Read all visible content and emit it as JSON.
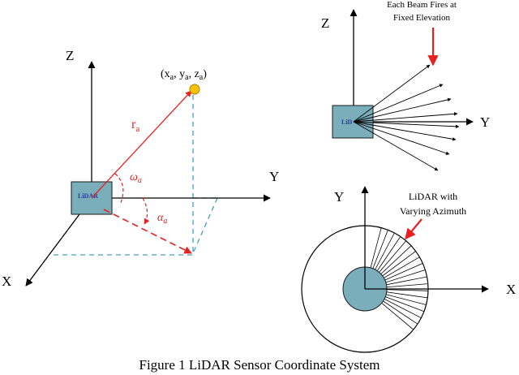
{
  "left_panel": {
    "axis_z": "Z",
    "axis_y": "Y",
    "axis_x": "X",
    "point_label": "(x",
    "point_label_sub_x": "a",
    "point_label_comma1": ", y",
    "point_label_sub_y": "a",
    "point_label_comma2": ", z",
    "point_label_sub_z": "a",
    "point_label_end": ")",
    "range_label": "r",
    "range_sub": "a",
    "elevation_label": "ω",
    "elevation_sub": "a",
    "azimuth_label": "α",
    "azimuth_sub": "a",
    "sensor_label": "LiDAR"
  },
  "top_right_panel": {
    "axis_z": "Z",
    "axis_y": "Y",
    "note_line1": "Each Beam Fires at",
    "note_line2": "Fixed Elevation",
    "sensor_label": "LiD"
  },
  "bottom_right_panel": {
    "axis_y": "Y",
    "axis_x": "X",
    "note_line1": "LiDAR with",
    "note_line2": "Varying Azimuth"
  },
  "caption": "Figure 1 LiDAR Sensor Coordinate System",
  "colors": {
    "sensor_fill": "#7aaebb",
    "range_arrow": "#e82020",
    "dashed_projection": "#4a9ec0",
    "point_fill": "#f5c200",
    "sensor_text": "#2a3aa0"
  }
}
